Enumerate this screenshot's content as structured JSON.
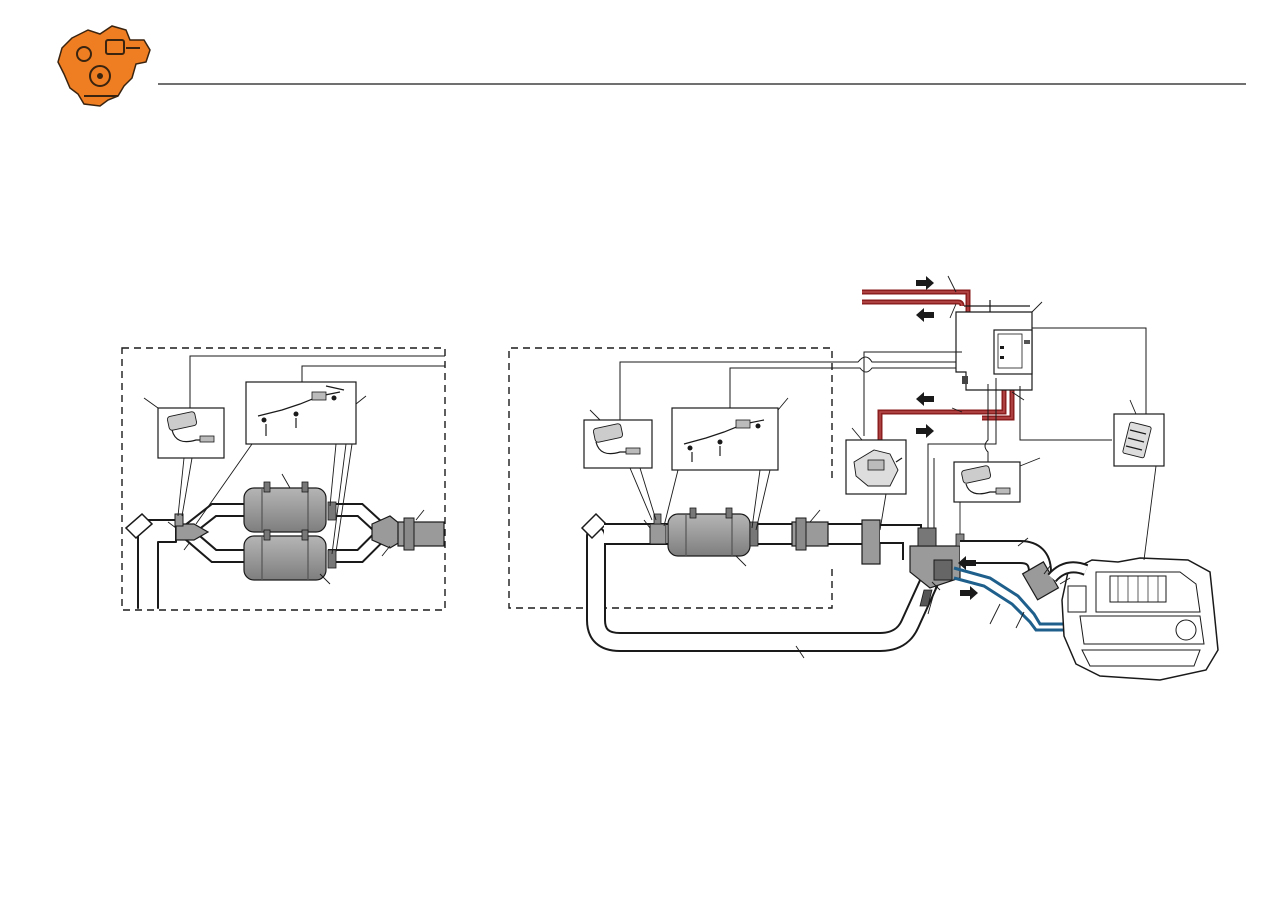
{
  "logo": {
    "icon": "engine-icon",
    "color": "#ef7d22",
    "stroke": "#3a2410"
  },
  "header": {
    "rule_color": "#1a1a1a"
  },
  "colors": {
    "pipe_fill": "#ffffff",
    "pipe_outline": "#1a1a1a",
    "component_fill": "#9a9a9a",
    "component_light": "#c4c4c4",
    "coolant_line": "#8b1e1e",
    "coolant_line_core": "#b84a4a",
    "sensor_line": "#1e5f8c",
    "dashed_boundary": "#1a1a1a"
  },
  "flow_arrows": [
    {
      "name": "coolant-in-arrow",
      "direction": "right"
    },
    {
      "name": "coolant-out-arrow",
      "direction": "left"
    },
    {
      "name": "coolant-return-arrow",
      "direction": "left"
    },
    {
      "name": "air-in-arrow",
      "direction": "right"
    },
    {
      "name": "exhaust-in-arrow",
      "direction": "left"
    },
    {
      "name": "exhaust-out-arrow",
      "direction": "right"
    }
  ]
}
